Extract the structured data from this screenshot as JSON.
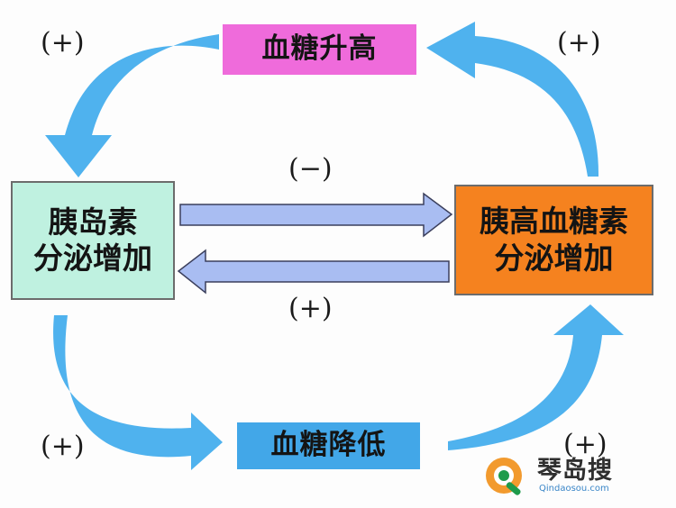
{
  "nodes": {
    "glucose_high": "血糖升高",
    "glucose_low": "血糖降低",
    "insulin": [
      "胰岛素",
      "分泌增加"
    ],
    "glucagon": [
      "胰高血糖素",
      "分泌增加"
    ]
  },
  "signs": {
    "top_left": "(+)",
    "top_right": "(+)",
    "middle_top": "(−)",
    "middle_bottom": "(+)",
    "bottom_left": "(+)",
    "bottom_right": "(+)"
  },
  "watermark": {
    "brand": "琴岛搜",
    "url": "Qindaosou.com"
  },
  "colors": {
    "curved_arrow": "#4fb2ee",
    "straight_arrow_fill": "#a9bdf2",
    "straight_arrow_stroke": "#3b3f5c",
    "glucose_high_bg": "#ef6bdb",
    "glucose_low_bg": "#42a7e8",
    "insulin_bg": "#bff1e0",
    "glucagon_bg": "#f5821f"
  }
}
